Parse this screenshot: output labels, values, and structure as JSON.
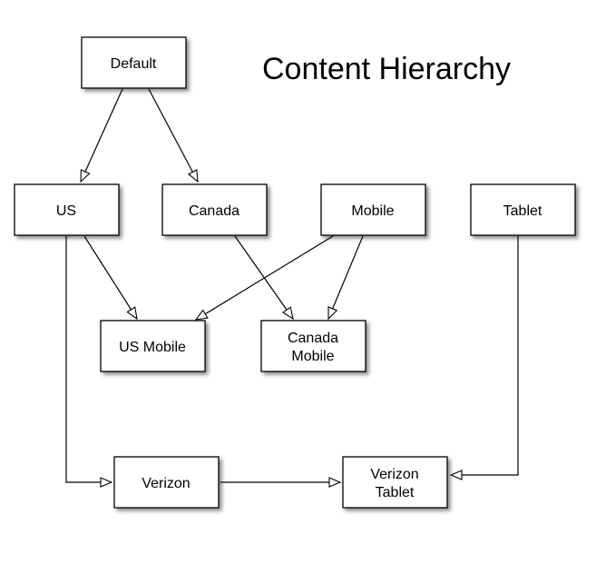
{
  "title": "Content Hierarchy",
  "nodes": {
    "default": {
      "lines": [
        "Default"
      ]
    },
    "us": {
      "lines": [
        "US"
      ]
    },
    "canada": {
      "lines": [
        "Canada"
      ]
    },
    "mobile": {
      "lines": [
        "Mobile"
      ]
    },
    "tablet": {
      "lines": [
        "Tablet"
      ]
    },
    "us_mobile": {
      "lines": [
        "US Mobile"
      ]
    },
    "canada_mobile": {
      "lines": [
        "Canada",
        "Mobile"
      ]
    },
    "verizon": {
      "lines": [
        "Verizon"
      ]
    },
    "verizon_tablet": {
      "lines": [
        "Verizon",
        "Tablet"
      ]
    }
  },
  "edges": [
    {
      "from": "default",
      "to": "us"
    },
    {
      "from": "default",
      "to": "canada"
    },
    {
      "from": "us",
      "to": "us_mobile"
    },
    {
      "from": "mobile",
      "to": "us_mobile"
    },
    {
      "from": "canada",
      "to": "canada_mobile"
    },
    {
      "from": "mobile",
      "to": "canada_mobile"
    },
    {
      "from": "us",
      "to": "verizon"
    },
    {
      "from": "verizon",
      "to": "verizon_tablet"
    },
    {
      "from": "tablet",
      "to": "verizon_tablet"
    }
  ]
}
